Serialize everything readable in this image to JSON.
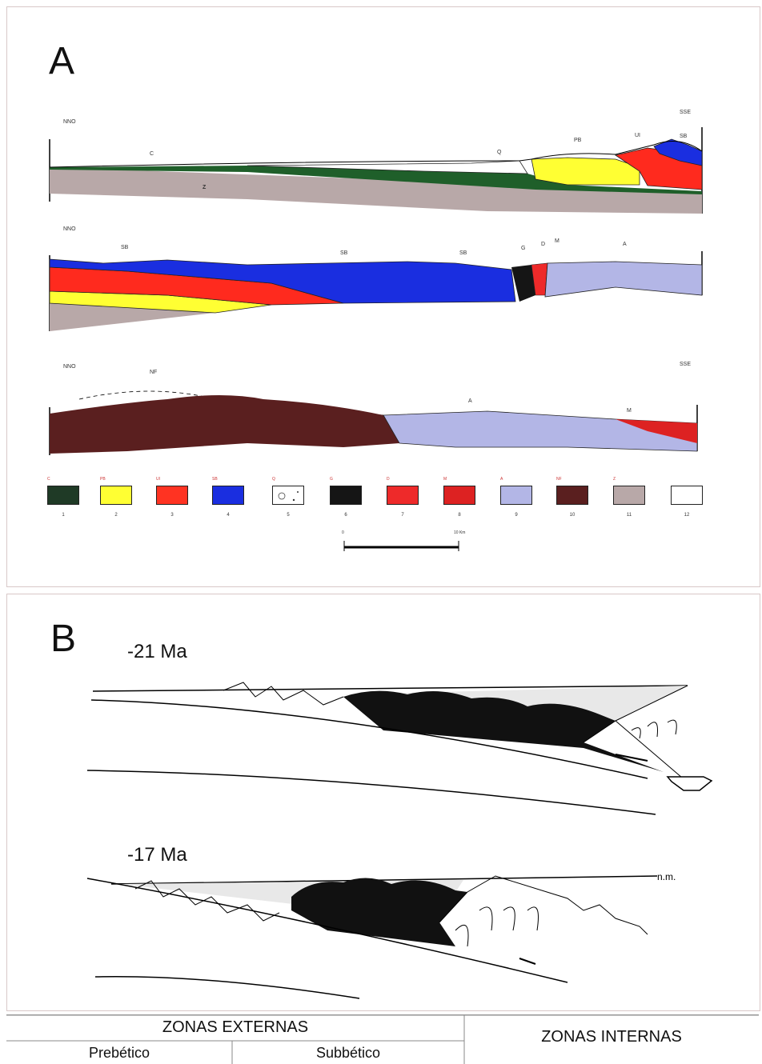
{
  "panel_a": {
    "letter": "A",
    "section1": {
      "left_dir": "NNO",
      "right_dir": "SSE",
      "labels": {
        "c": "C",
        "q": "Q",
        "pb": "PB",
        "ui": "UI",
        "sb": "SB",
        "z": "Z"
      }
    },
    "section2": {
      "left_dir": "NNO",
      "labels": {
        "sb1": "SB",
        "sb2": "SB",
        "sb3": "SB",
        "g": "G",
        "d": "D",
        "m": "M",
        "a": "A"
      }
    },
    "section3": {
      "left_dir": "NNO",
      "right_dir": "SSE",
      "labels": {
        "nf": "NF",
        "a": "A",
        "m": "M"
      }
    },
    "legend": [
      {
        "code": "C",
        "num": "1",
        "color": "#1f3a26"
      },
      {
        "code": "PB",
        "num": "2",
        "color": "#ffff33"
      },
      {
        "code": "UI",
        "num": "3",
        "color": "#ff3322"
      },
      {
        "code": "SB",
        "num": "4",
        "color": "#1a2ee0"
      },
      {
        "code": "Q",
        "num": "5",
        "color": "#ffffff"
      },
      {
        "code": "G",
        "num": "6",
        "color": "#151515"
      },
      {
        "code": "D",
        "num": "7",
        "color": "#ee2a2a"
      },
      {
        "code": "M",
        "num": "8",
        "color": "#dd2222"
      },
      {
        "code": "A",
        "num": "9",
        "color": "#b3b6e6"
      },
      {
        "code": "NF",
        "num": "10",
        "color": "#5a1f1f"
      },
      {
        "code": "Z",
        "num": "11",
        "color": "#b8a8a8"
      },
      {
        "code": "",
        "num": "12",
        "color": "#ffffff"
      }
    ],
    "scale": {
      "start": "0",
      "end": "10 Km"
    }
  },
  "panel_b": {
    "letter": "B",
    "stage1": "-21 Ma",
    "stage2": "-17 Ma",
    "sea_level": "n.m."
  },
  "footer": {
    "externas": "ZONAS EXTERNAS",
    "prebetico": "Prebético",
    "subbetico": "Subbético",
    "internas": "ZONAS INTERNAS"
  }
}
